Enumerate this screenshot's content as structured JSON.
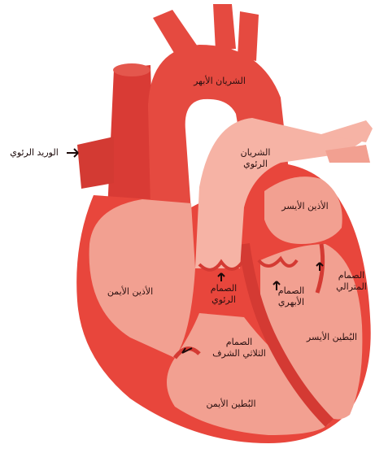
{
  "labels": {
    "aorta": "الشريان الأبهر",
    "pulmonary_artery_1": "الشريان",
    "pulmonary_artery_2": "الرئوي",
    "pulmonary_vein": "الوريد الرئوي",
    "left_atrium": "الأذين الأيسر",
    "mitral_valve_1": "الصمام",
    "mitral_valve_2": "المترالي",
    "aortic_valve_1": "الصمام",
    "aortic_valve_2": "الأبهري",
    "pulmonary_valve_1": "الصمام",
    "pulmonary_valve_2": "الرئوي",
    "right_atrium": "الأذين الأيمن",
    "tricuspid_valve_1": "الصمام",
    "tricuspid_valve_2": "الثلاثي الشرف",
    "left_ventricle": "البُطين الأيسر",
    "right_ventricle": "البُطين الأيمن"
  },
  "colors": {
    "muscle": "#e8463c",
    "muscle_dark": "#c9332b",
    "chamber": "#f2a091",
    "chamber_light": "#f6b3a5",
    "vessel_dark": "#d83a33"
  }
}
